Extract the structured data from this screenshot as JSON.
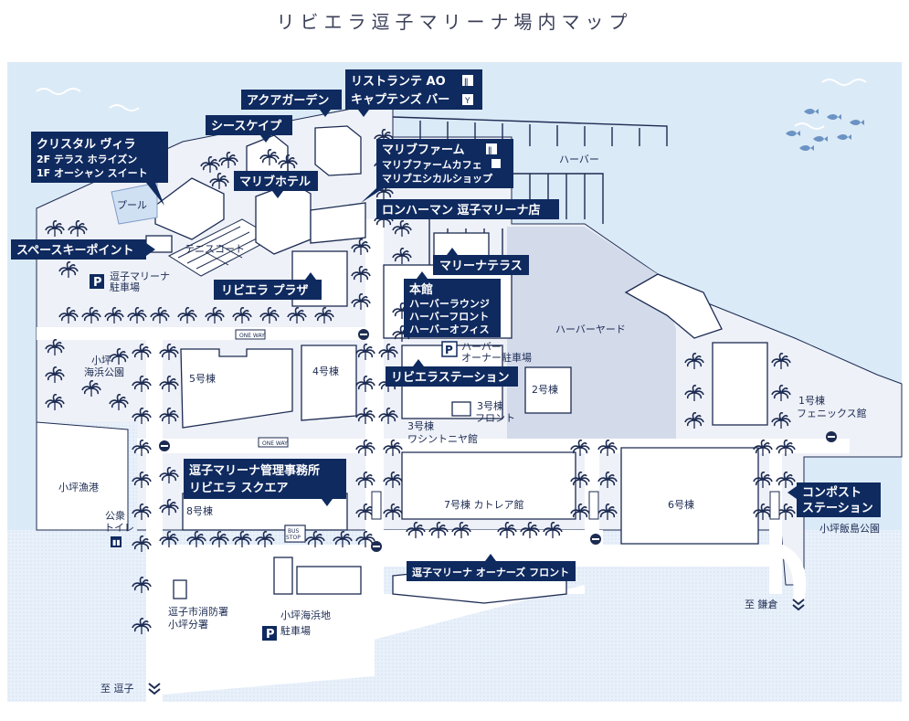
{
  "title": "リビエラ逗子マリーナ場内マップ",
  "colors": {
    "sea": "#dbeaf7",
    "land": "#eef1f7",
    "yard": "#d3dbeb",
    "navy": "#0f2a5f",
    "outline": "#1c2b52",
    "palm": "#1c2b52"
  },
  "callouts": {
    "ristorante": "リストランテ AO",
    "captains_bar": "キャプテンズ バー",
    "aqua_garden": "アクアガーデン",
    "seascape": "シースケイプ",
    "crystal_villa": {
      "name": "クリスタル ヴィラ",
      "floor2": "2F テラス ホライズン",
      "floor1": "1F オーシャン スイート"
    },
    "malibu_farm": {
      "name": "マリブファーム",
      "cafe": "マリブファームカフェ",
      "shop": "マリブエシカルショップ"
    },
    "malibu_hotel": "マリブホテル",
    "ron_herman": "ロンハーマン 逗子マリーナ店",
    "space_key_point": "スペースキーポイント",
    "marina_terrace": "マリーナテラス",
    "riviera_plaza": "リビエラ プラザ",
    "main_building": {
      "name": "本館",
      "lounge": "ハーバーラウンジ",
      "front": "ハーバーフロント",
      "office": "ハーバーオフィス"
    },
    "riviera_station": "リビエラステーション",
    "management_office": {
      "line1": "逗子マリーナ管理事務所",
      "line2": "リビエラ スクエア"
    },
    "compost_station": {
      "line1": "コンポスト",
      "line2": "ステーション"
    },
    "owners_front": "逗子マリーナ オーナーズ フロント"
  },
  "labels": {
    "pool": "プール",
    "tennis_court": "テニスコート",
    "harbor": "ハーバー",
    "harbor_yard": "ハーバーヤード",
    "marina_parking": {
      "line1": "逗子マリーナ",
      "line2": "駐車場"
    },
    "harbor_owner_parking": {
      "line1": "ハーバー",
      "line2": "オーナー駐車場"
    },
    "kotsubo_park": {
      "line1": "小坪",
      "line2": "海浜公園"
    },
    "building5": "5号棟",
    "building4": "4号棟",
    "building2": "2号棟",
    "building3_front": {
      "line1": "3号棟",
      "line2": "フロント"
    },
    "building3_washington": {
      "line1": "3号棟",
      "line2": "ワシントニヤ館"
    },
    "building1": {
      "line1": "1号棟",
      "line2": "フェニックス館"
    },
    "kotsubo_port": "小坪漁港",
    "public_toilet": {
      "line1": "公衆",
      "line2": "トイレ"
    },
    "building8": "8号棟",
    "building7": "7号棟 カトレア館",
    "building6": "6号棟",
    "kotsubo_iijima_park": "小坪飯島公園",
    "bus_stop": {
      "line1": "BUS",
      "line2": "STOP"
    },
    "fire_station": {
      "line1": "逗子市消防署",
      "line2": "小坪分署"
    },
    "kaihinchi_parking": {
      "line1": "小坪海浜地",
      "line2": "駐車場"
    },
    "to_kamakura": "至 鎌倉",
    "to_zushi": "至 逗子",
    "one_way": "ONE WAY",
    "parking_mark": "P"
  }
}
